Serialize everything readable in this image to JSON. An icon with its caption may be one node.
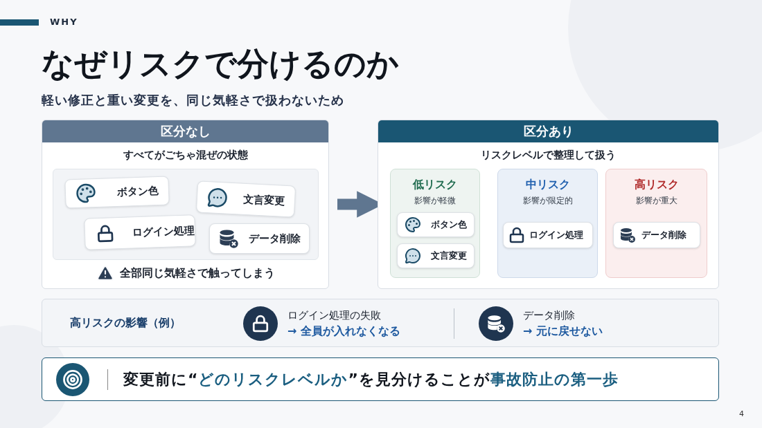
{
  "diagram": {
    "title": "なぜリスクで分けるのか",
    "nodes": [
      {
        "text": [
          "区分なし",
          "すべてがごちゃ混ぜの状態",
          "全部同じ気軽さで触ってしまう"
        ]
      },
      {
        "text": [],
        "shape": "box",
        "in": 0
      },
      {
        "text": [
          "ボタン色"
        ],
        "in": 1
      },
      {
        "text": [
          "文言変更"
        ],
        "in": 1
      },
      {
        "text": [
          "ログイン処理"
        ],
        "in": 1
      },
      {
        "text": [
          "データ削除"
        ],
        "in": 1
      },
      {
        "text": [
          "区分あり",
          "リスクレベルで整理して扱う"
        ]
      },
      {
        "text": [
          "低リスク",
          "影響が軽微"
        ],
        "in": 6
      },
      {
        "text": [
          "ボタン色"
        ],
        "in": 7
      },
      {
        "text": [
          "文言変更"
        ],
        "in": 7
      },
      {
        "text": [
          "中リスク",
          "影響が限定的"
        ],
        "in": 6
      },
      {
        "text": [
          "ログイン処理"
        ],
        "in": 10
      },
      {
        "text": [
          "高リスク",
          "影響が重大"
        ],
        "in": 6
      },
      {
        "text": [
          "データ削除"
        ],
        "in": 12
      },
      {
        "text": [
          "高リスクの影響（例）"
        ]
      },
      {
        "text": [
          "ログイン処理の失敗",
          "→ 全員が入れなくなる"
        ],
        "in": 14
      },
      {
        "text": [
          "データ削除",
          "→ 元に戻せない"
        ],
        "in": 14
      },
      {
        "text": [
          "変更前に“*どのリスクレベルか*”を見分けることが",
          "事故防止の第一歩"
        ]
      }
    ],
    "edges": [
      {
        "from": 0,
        "to": 6,
        "arrow": "to"
      }
    ],
    "labels": [
      "WHY",
      "軽い修正と重い変更を、同じ気軽さで扱わないため",
      "4"
    ]
  }
}
